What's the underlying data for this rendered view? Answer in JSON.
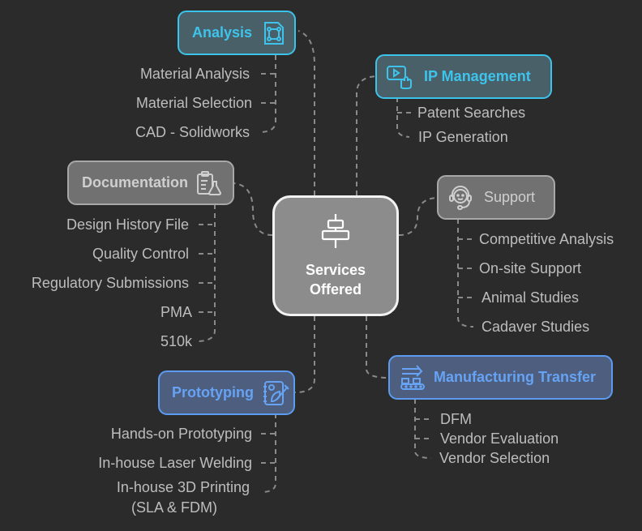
{
  "center": {
    "title_line1": "Services",
    "title_line2": "Offered",
    "icon": "align-center-icon"
  },
  "colors": {
    "background": "#2b2b2b",
    "cyan": "#3ec4ec",
    "blue": "#66a3f4",
    "grey": "#a8a8a8",
    "connector": "#8a8a8a"
  },
  "branches": {
    "analysis": {
      "label": "Analysis",
      "icon": "vector-square-icon",
      "items": [
        "Material Analysis",
        "Material Selection",
        "CAD - Solidworks"
      ]
    },
    "ip": {
      "label": "IP Management",
      "icon": "screen-touch-icon",
      "items": [
        "Patent Searches",
        "IP Generation"
      ]
    },
    "documentation": {
      "label": "Documentation",
      "icon": "clipboard-flask-icon",
      "items": [
        "Design History File",
        "Quality Control",
        "Regulatory Submissions",
        "PMA",
        "510k"
      ]
    },
    "support": {
      "label": "Support",
      "icon": "headset-icon",
      "items": [
        "Competitive Analysis",
        "On-site Support",
        "Animal Studies",
        "Cadaver Studies"
      ]
    },
    "prototyping": {
      "label": "Prototyping",
      "icon": "notebook-pen-icon",
      "items": [
        "Hands-on Prototyping",
        "In-house Laser Welding",
        "In-house 3D Printing",
        "(SLA & FDM)"
      ]
    },
    "manufacturing": {
      "label": "Manufacturing Transfer",
      "icon": "conveyor-arrow-icon",
      "items": [
        "DFM",
        "Vendor Evaluation",
        "Vendor Selection"
      ]
    }
  }
}
